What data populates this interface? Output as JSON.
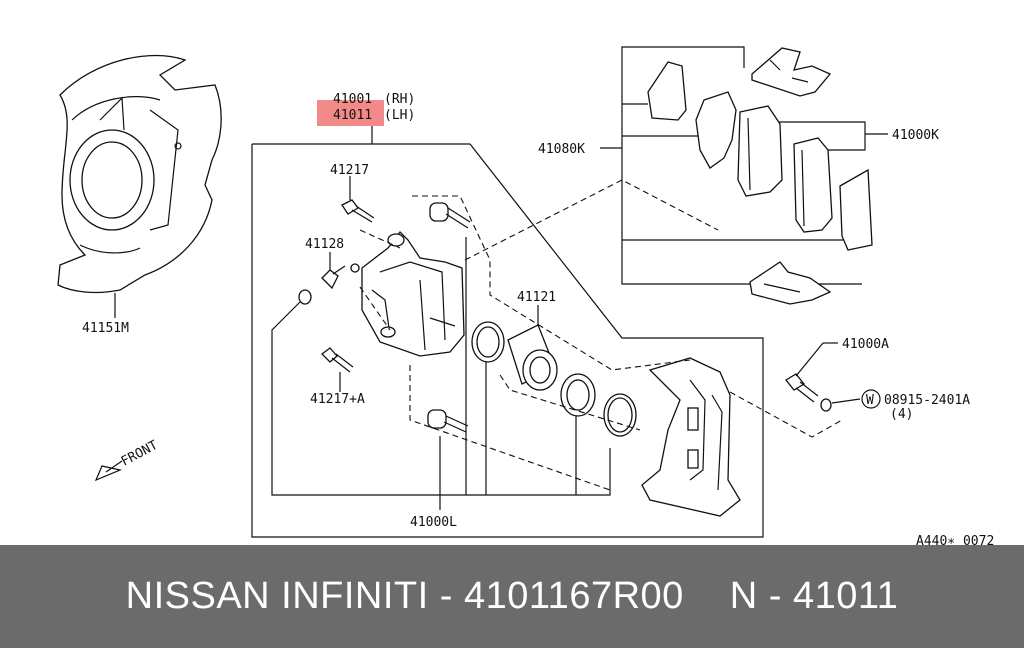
{
  "diagram": {
    "labels": {
      "rh_part": "41001",
      "rh_side": "(RH)",
      "lh_part": "41011",
      "lh_side": "(LH)",
      "p41217": "41217",
      "p41128": "41128",
      "p41217a": "41217+A",
      "p41121": "41121",
      "p41000l": "41000L",
      "p41080k": "41080K",
      "p41000k": "41000K",
      "p41000a": "41000A",
      "washer_circle": "W",
      "washer_part": "08915-2401A",
      "washer_qty": "(4)",
      "p41151m": "41151M",
      "front": "FRONT",
      "ref_code": "A440∗ 0072"
    },
    "highlight_color": "#f28a8a"
  },
  "footer": {
    "brand": "NISSAN  INFINITI - 4101167R00",
    "ref": "N - 41011"
  }
}
